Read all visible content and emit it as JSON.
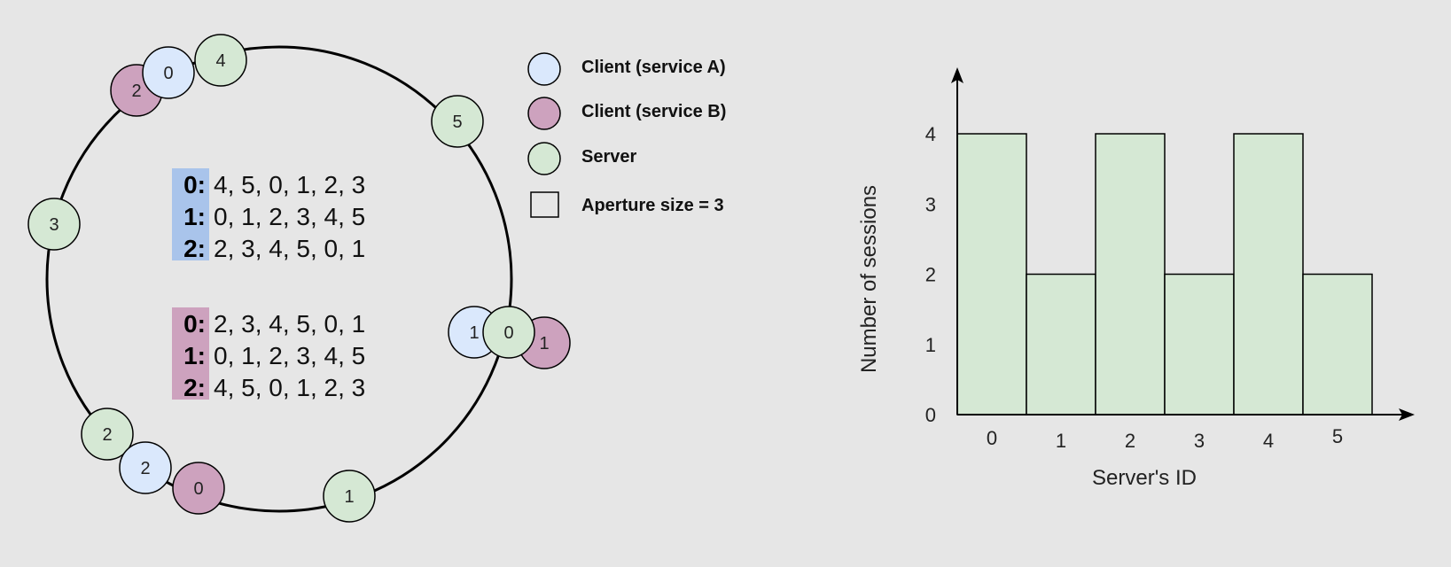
{
  "colors": {
    "background": "#e6e6e6",
    "client_a": "#dae8fc",
    "client_b": "#cda2be",
    "server": "#d5e8d4",
    "map_a_highlight": "#a9c4eb",
    "map_b_highlight": "#cda2be",
    "stroke": "#000000"
  },
  "legend": {
    "client_a": "Client (service A)",
    "client_b": "Client (service B)",
    "server": "Server",
    "aperture": "Aperture size = 3"
  },
  "ring_nodes": [
    {
      "role": "client_b",
      "label": "2"
    },
    {
      "role": "client_a",
      "label": "0"
    },
    {
      "role": "server",
      "label": "4"
    },
    {
      "role": "server",
      "label": "5"
    },
    {
      "role": "server",
      "label": "3"
    },
    {
      "role": "client_a",
      "label": "1"
    },
    {
      "role": "client_b",
      "label": "1"
    },
    {
      "role": "server",
      "label": "0"
    },
    {
      "role": "server",
      "label": "2"
    },
    {
      "role": "client_a",
      "label": "2"
    },
    {
      "role": "client_b",
      "label": "0"
    },
    {
      "role": "server",
      "label": "1"
    }
  ],
  "service_a_map": [
    {
      "key": "0:",
      "servers": "4, 5, 0, 1, 2, 3"
    },
    {
      "key": "1:",
      "servers": "0, 1, 2, 3, 4, 5"
    },
    {
      "key": "2:",
      "servers": "2, 3, 4, 5, 0, 1"
    }
  ],
  "service_b_map": [
    {
      "key": "0:",
      "servers": "2, 3, 4, 5, 0, 1"
    },
    {
      "key": "1:",
      "servers": "0, 1, 2, 3, 4, 5"
    },
    {
      "key": "2:",
      "servers": "4, 5, 0, 1, 2, 3"
    }
  ],
  "chart_data": {
    "type": "bar",
    "categories": [
      "0",
      "1",
      "2",
      "3",
      "4",
      "5"
    ],
    "values": [
      4,
      2,
      4,
      2,
      4,
      2
    ],
    "xlabel": "Server's ID",
    "ylabel": "Number of sessions",
    "yticks": [
      "0",
      "1",
      "2",
      "3",
      "4"
    ],
    "ylim": [
      0,
      4
    ],
    "grid": false
  }
}
